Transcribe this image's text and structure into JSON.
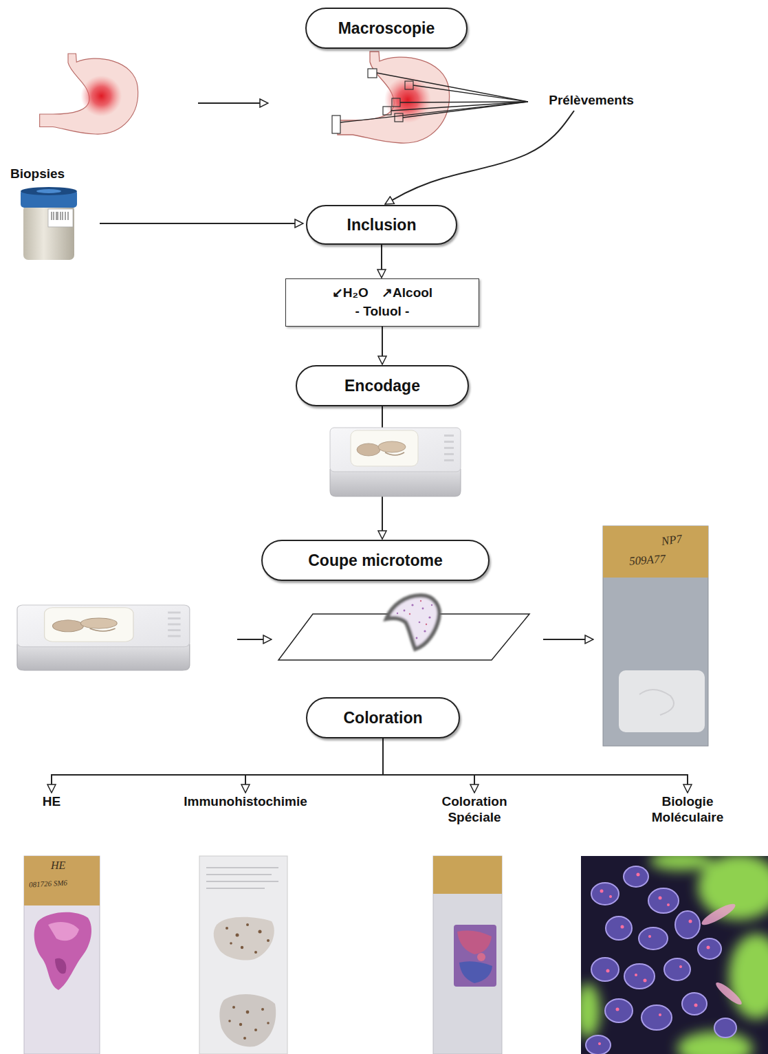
{
  "diagram": {
    "nodes": [
      {
        "text": [
          "Macroscopie"
        ]
      },
      {
        "text": [
          "Prélèvements"
        ]
      },
      {
        "text": [
          "Inclusion"
        ]
      },
      {
        "text": [
          "↙H₂O ↗Alcool",
          "- Toluol -"
        ]
      },
      {
        "text": [
          "Encodage"
        ]
      },
      {
        "text": [
          "Coupe microtome"
        ]
      },
      {
        "text": [
          "Coloration"
        ]
      },
      {
        "text": [
          "HE"
        ]
      },
      {
        "text": [
          "Immunohistochimie"
        ]
      },
      {
        "text": [
          "Coloration Spéciale"
        ]
      },
      {
        "text": [
          "Biologie Moléculaire"
        ]
      }
    ],
    "edges": [
      {
        "from": 1,
        "to": 2,
        "arrow": "to"
      },
      {
        "from": 2,
        "to": 3,
        "arrow": "to"
      },
      {
        "from": 3,
        "to": 4,
        "arrow": "to"
      },
      {
        "from": 4,
        "to": 5,
        "arrow": "to"
      },
      {
        "from": 6,
        "to": 7,
        "arrow": "to"
      },
      {
        "from": 6,
        "to": 8,
        "arrow": "to"
      },
      {
        "from": 6,
        "to": 9,
        "arrow": "to"
      },
      {
        "from": 6,
        "to": 10,
        "arrow": "to"
      }
    ],
    "labels": [
      "Biopsies",
      "NP7",
      "509A77",
      "HE",
      "081726 SM6"
    ]
  }
}
